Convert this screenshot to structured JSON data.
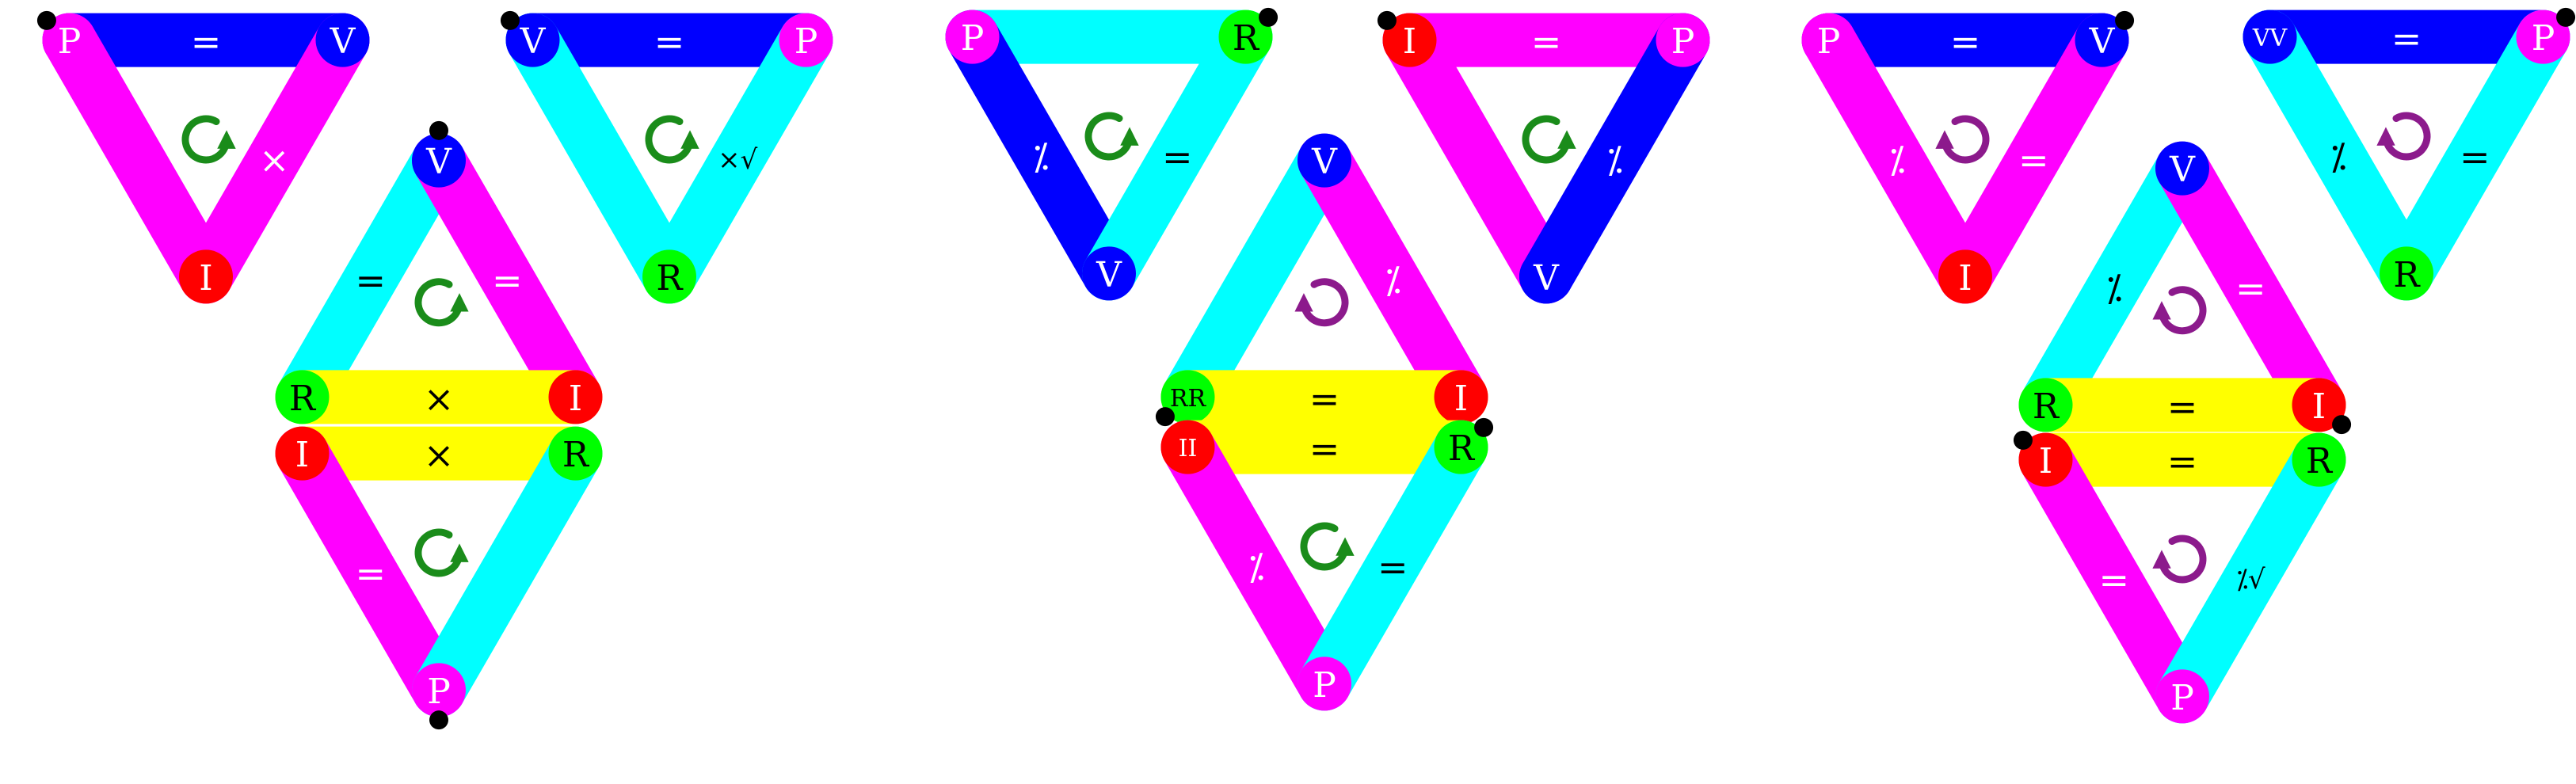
{
  "colors": {
    "P": "#ff00ff",
    "V": "#0000ff",
    "I": "#ff0000",
    "R": "#00ff00",
    "PV": "#0000ff",
    "VI": "#ff00ff",
    "IR": "#ffff00",
    "RP": "#00ffff",
    "arrow_cw": "#1a8c1a",
    "arrow_ccw": "#8c1a8c",
    "dot": "#000000"
  },
  "groups": [
    {
      "name": "group-1",
      "triangles": [
        {
          "id": "t1a",
          "orient": "down",
          "corners": {
            "tl": "P",
            "tr": "V",
            "b": "I"
          },
          "edges": {
            "top": "=",
            "left": "",
            "right": "×"
          },
          "arrow": "cw"
        },
        {
          "id": "t1b",
          "orient": "up",
          "corners": {
            "t": "V",
            "bl": "R",
            "br": "I"
          },
          "edges": {
            "left": "=",
            "right": "=",
            "bottom": "×"
          },
          "arrow": "cw"
        },
        {
          "id": "t1c",
          "orient": "down",
          "corners": {
            "tl": "V",
            "tr": "P",
            "b": "R"
          },
          "edges": {
            "top": "=",
            "left": "",
            "right": "×√"
          },
          "arrow": "cw"
        },
        {
          "id": "t1d",
          "orient": "down",
          "corners": {
            "tl": "I",
            "tr": "R",
            "b": "P"
          },
          "edges": {
            "top": "×",
            "left": "=",
            "right": ""
          },
          "arrow": "cw"
        }
      ]
    },
    {
      "name": "group-2",
      "triangles": [
        {
          "id": "t2a",
          "orient": "down",
          "corners": {
            "tl": "P",
            "tr": "R",
            "b": "V"
          },
          "edges": {
            "top": "",
            "left": "⁒",
            "right": "="
          },
          "arrow": "cw"
        },
        {
          "id": "t2b",
          "orient": "down",
          "corners": {
            "tl": "I",
            "tr": "P",
            "b": "V"
          },
          "edges": {
            "top": "=",
            "left": "",
            "right": "⁒"
          },
          "arrow": "cw"
        },
        {
          "id": "t2c",
          "orient": "up",
          "corners": {
            "t": "V",
            "bl": "RR",
            "br": "I"
          },
          "edges": {
            "left": "",
            "right": "⁒",
            "bottom": "="
          },
          "arrow": "ccw"
        },
        {
          "id": "t2d",
          "orient": "down",
          "corners": {
            "tl": "II",
            "tr": "R",
            "b": "P"
          },
          "edges": {
            "top": "=",
            "left": "⁒",
            "right": "="
          },
          "arrow": "cw"
        }
      ]
    },
    {
      "name": "group-3",
      "triangles": [
        {
          "id": "t3a",
          "orient": "down",
          "corners": {
            "tl": "P",
            "tr": "V",
            "b": "I"
          },
          "edges": {
            "top": "=",
            "left": "⁒",
            "right": "="
          },
          "arrow": "ccw"
        },
        {
          "id": "t3b",
          "orient": "down",
          "corners": {
            "tl": "VV",
            "tr": "P",
            "b": "R"
          },
          "edges": {
            "top": "=",
            "left": "⁒",
            "right": "="
          },
          "arrow": "ccw"
        },
        {
          "id": "t3c",
          "orient": "up",
          "corners": {
            "t": "V",
            "bl": "R",
            "br": "I"
          },
          "edges": {
            "left": "⁒",
            "right": "=",
            "bottom": "="
          },
          "arrow": "ccw"
        },
        {
          "id": "t3d",
          "orient": "down",
          "corners": {
            "tl": "I",
            "tr": "R",
            "b": "P"
          },
          "edges": {
            "top": "=",
            "left": "=",
            "right": "⁒√"
          },
          "arrow": "ccw"
        }
      ]
    }
  ]
}
